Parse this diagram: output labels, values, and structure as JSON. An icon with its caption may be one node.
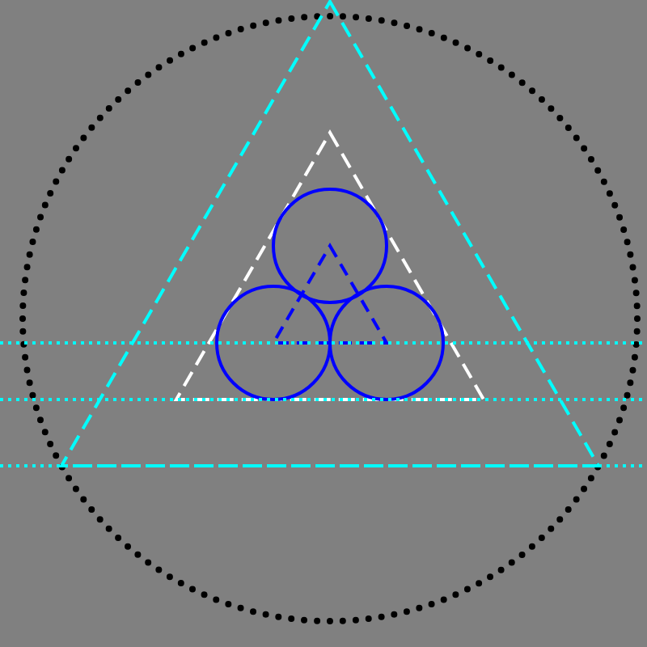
{
  "diagram": {
    "nodes": [
      {
        "text": [],
        "shape": "circle"
      },
      {
        "text": [],
        "shape": "triangle",
        "in": 0
      },
      {
        "text": [],
        "shape": "triangle",
        "in": 1
      },
      {
        "text": [],
        "shape": "circle",
        "in": 2
      },
      {
        "text": [],
        "shape": "circle",
        "in": 2
      },
      {
        "text": [],
        "shape": "circle",
        "in": 2
      },
      {
        "text": [],
        "shape": "triangle",
        "in": 2
      }
    ]
  }
}
